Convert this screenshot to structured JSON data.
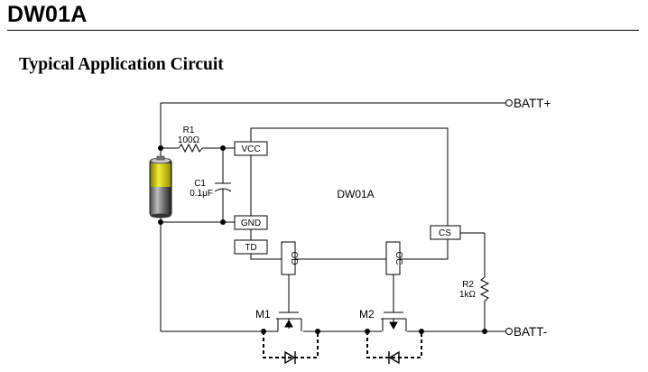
{
  "document": {
    "title": "DW01A",
    "section_heading": "Typical Application Circuit"
  },
  "diagram": {
    "ic_label": "DW01A",
    "pins": {
      "vcc": "VCC",
      "gnd": "GND",
      "td": "TD",
      "cs": "CS",
      "od": "OD",
      "oc": "OC"
    },
    "terminals": {
      "batt_plus": "BATT+",
      "batt_minus": "BATT-"
    },
    "components": {
      "r1": {
        "name": "R1",
        "value": "100Ω"
      },
      "c1": {
        "name": "C1",
        "value": "0.1μF"
      },
      "r2": {
        "name": "R2",
        "value": "1kΩ"
      },
      "m1": {
        "name": "M1"
      },
      "m2": {
        "name": "M2"
      }
    },
    "colors": {
      "line": "#000000",
      "battery_yellow": "#e8e01a",
      "battery_dark": "#303030"
    }
  }
}
